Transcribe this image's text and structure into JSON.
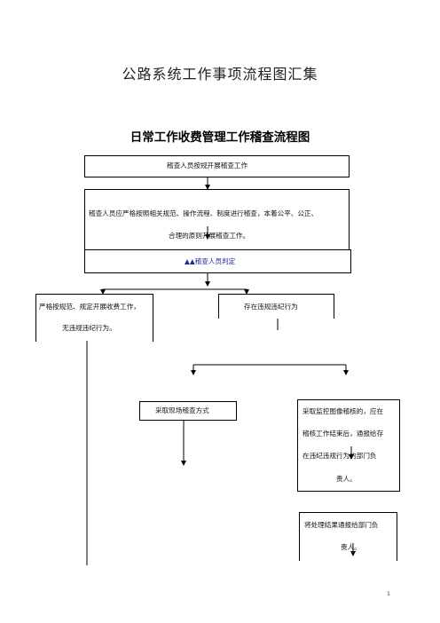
{
  "document": {
    "title": "公路系统工作事项流程图汇集",
    "page_number": "1"
  },
  "flowchart": {
    "title": "日常工作收费管理工作稽查流程图",
    "nodes": {
      "start": "稽查人员按规开展稽查工作",
      "principle_line1": "稽查人员应严格按照相关规范、操作流程、制度进行稽查，本着公平、公正、",
      "principle_line2": "合理的原则开展稽查工作。",
      "judge": "▲▲稽查人员判定",
      "compliant_line1": "严格按规范、规定开展收费工作，",
      "compliant_line2": "无违规违纪行为。",
      "violation": "存在违规违纪行为",
      "onsite": "采取现场稽查方式",
      "monitor_line1": "采取监控图像稽核的，应在",
      "monitor_line2": "稽核工作结束后，通报给存",
      "monitor_line3": "在违纪违规行为的部门负",
      "monitor_line4": "责人。",
      "report_line1": "将处理结果通报给部门负",
      "report_line2": "责人。"
    }
  }
}
